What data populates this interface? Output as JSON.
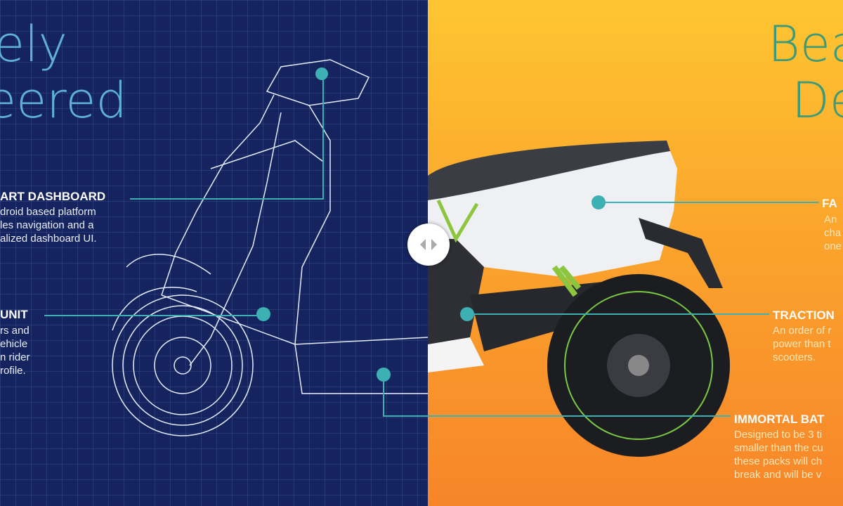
{
  "left": {
    "title_line1": "ely",
    "title_line2": "eered",
    "callouts": [
      {
        "heading": "ART DASHBOARD",
        "lines": [
          "droid based platform",
          "les navigation and a",
          "alized dashboard UI."
        ]
      },
      {
        "heading": "UNIT",
        "lines": [
          "rs and",
          "ehicle",
          "n rider",
          "rofile."
        ]
      }
    ]
  },
  "right": {
    "title_line1": "Bea",
    "title_line2": "De",
    "callouts": [
      {
        "heading": "FA",
        "lines": [
          "An",
          "cha",
          "one"
        ]
      },
      {
        "heading": "TRACTION",
        "lines": [
          "An order of r",
          "power than t",
          "scooters."
        ]
      },
      {
        "heading": "IMMORTAL BAT",
        "lines": [
          "Designed to be 3 ti",
          "smaller than the cu",
          "these packs will ch",
          "break and will be v"
        ]
      }
    ]
  },
  "slider": {
    "icon": "left-right-arrows-icon"
  },
  "colors": {
    "blueprint": "#15245e",
    "orange_top": "#fec632",
    "orange_bottom": "#f7852a",
    "accent": "#3cb0b3"
  }
}
